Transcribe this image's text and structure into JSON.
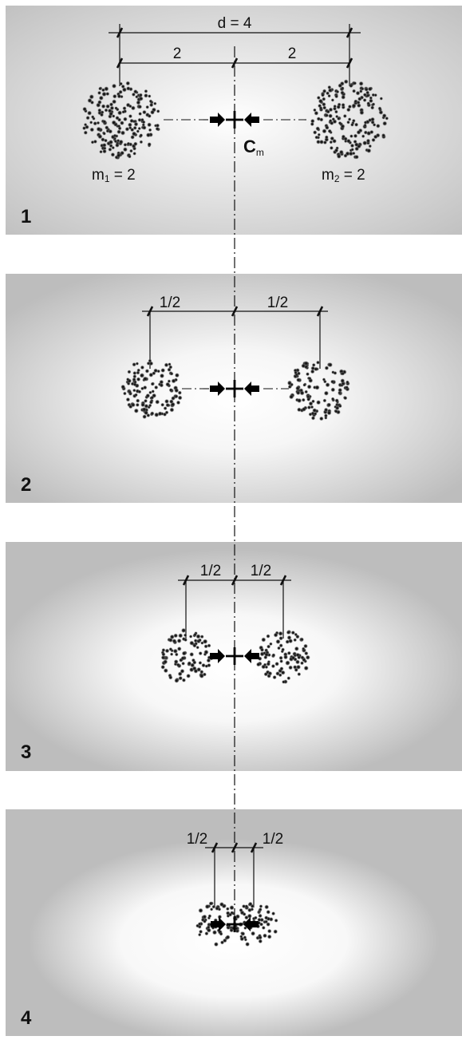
{
  "panels": [
    {
      "number": "1",
      "dimension_top": "d = 4",
      "dimension_labels": [
        "2",
        "2"
      ],
      "center_label": "C",
      "center_label_sub": "m",
      "mass_labels": [
        {
          "prefix": "m",
          "sub": "1",
          "value": " = 2"
        },
        {
          "prefix": "m",
          "sub": "2",
          "value": " = 2"
        }
      ]
    },
    {
      "number": "2",
      "dimension_labels": [
        "1/2",
        "1/2"
      ]
    },
    {
      "number": "3",
      "dimension_labels": [
        "1/2",
        "1/2"
      ]
    },
    {
      "number": "4",
      "dimension_labels": [
        "1/2",
        "1/2"
      ]
    }
  ],
  "colors": {
    "panel_gray": "#bdbdbd",
    "glow": "#ffffff",
    "ink": "#111111"
  }
}
